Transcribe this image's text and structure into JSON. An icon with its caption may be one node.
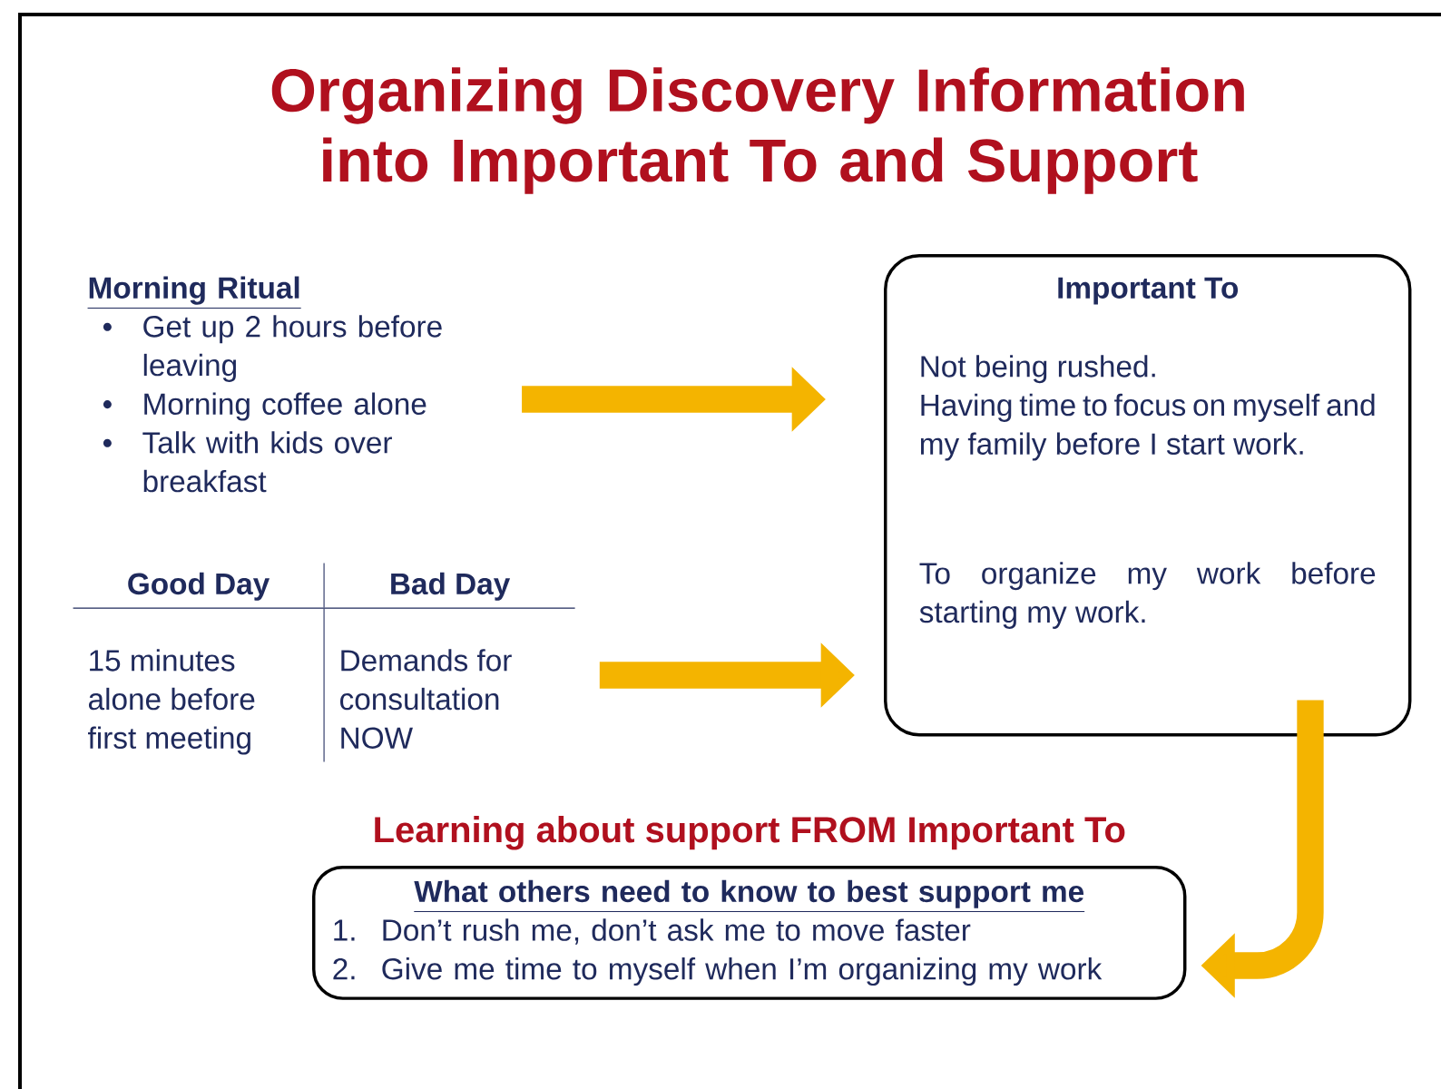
{
  "diagram": {
    "title": "Organizing Discovery Information into Important To and Support",
    "nodes": [
      {
        "text": [
          "Morning Ritual",
          "•",
          "Get up 2 hours before leaving",
          "•",
          "Morning coffee alone",
          "•",
          "Talk with kids over breakfast"
        ]
      },
      {
        "text": [
          "Good Day",
          "Bad Day",
          "15 minutes alone before first meeting",
          "Demands for consultation NOW"
        ]
      },
      {
        "text": [
          "Important To",
          "Not being rushed.",
          "Having time to focus on myself and my family before I start work.",
          "To organize my work before starting my work."
        ]
      },
      {
        "text": [
          "Learning about support FROM Important To",
          "What others need to know to best support me",
          "1.",
          "Don’t rush me, don’t ask me to move faster",
          "2.",
          "Give me time to myself when I’m organizing my work"
        ]
      }
    ],
    "edges": [
      {
        "from": 0,
        "to": 2,
        "arrow": "to"
      },
      {
        "from": 1,
        "to": 2,
        "arrow": "to"
      },
      {
        "from": 2,
        "to": 3,
        "arrow": "to"
      }
    ]
  }
}
